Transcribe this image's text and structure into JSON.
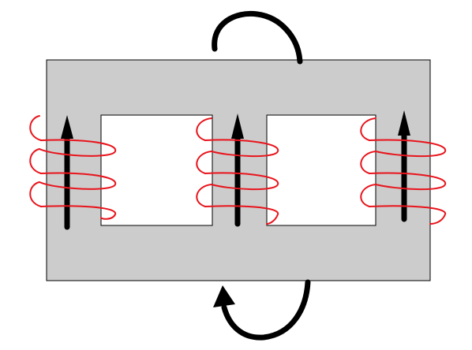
{
  "diagram": {
    "type": "three-limb transformer core with windings",
    "legs": [
      {
        "id": "left",
        "flux_direction": "up",
        "turns": 3
      },
      {
        "id": "center",
        "flux_direction": "up",
        "turns": 3
      },
      {
        "id": "right",
        "flux_direction": "up",
        "turns": 3
      }
    ],
    "circulation_arrows": [
      {
        "id": "top",
        "direction": "clockwise"
      },
      {
        "id": "bottom",
        "direction": "clockwise"
      }
    ],
    "colors": {
      "core": "#cccccc",
      "core_outline": "#000000",
      "window": "#ffffff",
      "winding": "#e8141c",
      "arrow": "#000000",
      "background": "#ffffff"
    }
  }
}
